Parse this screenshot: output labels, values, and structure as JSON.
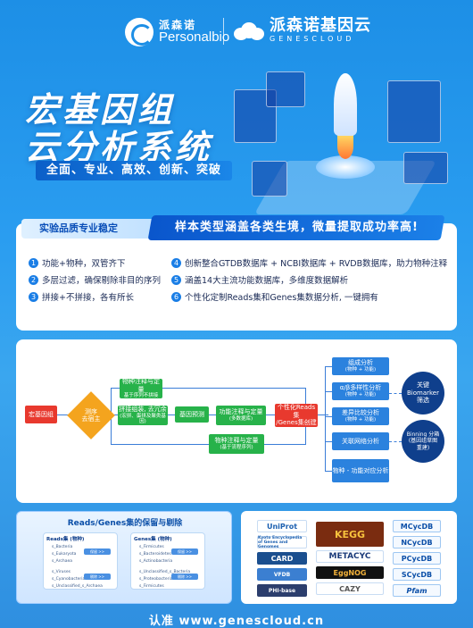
{
  "header": {
    "brand1_cn": "派森诺",
    "brand1_en": "Personalbio",
    "brand2_cn": "派森诺基因云",
    "brand2_en": "GENESCLOUD"
  },
  "hero": {
    "title_line1": "宏基因组",
    "title_line2": "云分析系统",
    "slogan": "全面、专业、高效、创新、突破"
  },
  "features": {
    "tab_left": "实验品质专业稳定",
    "tab_right": "样本类型涵盖各类生境，微量提取成功率高!",
    "items": [
      {
        "num": "1",
        "text": "功能+物种，双管齐下"
      },
      {
        "num": "2",
        "text": "多层过滤，确保剔除非目的序列"
      },
      {
        "num": "3",
        "text": "拼接+不拼接，各有所长"
      },
      {
        "num": "4",
        "text": "创新整合GTDB数据库 + NCBI数据库 + RVDB数据库，助力物种注释"
      },
      {
        "num": "5",
        "text": "涵盖14大主流功能数据库，多维度数据解析"
      },
      {
        "num": "6",
        "text": "个性化定制Reads集和Genes集数据分析, 一键拥有"
      }
    ]
  },
  "flow": {
    "start": "宏基因组",
    "decision": "测序\n去宿主",
    "top_branch": "物种注释与定量",
    "top_branch_sub": "基于序列不拼接",
    "assembly": "拼接组装, 去冗余",
    "assembly_sub": "(宏拼、蛋拼及聚类基因)",
    "gene_predict": "基因预测",
    "func_annot": "功能注释与定量",
    "func_annot_sub": "(多数据库)",
    "custom": "个性化Reads集\n/Genes集创建",
    "bottom_branch": "物种注释与定量",
    "bottom_branch_sub": "(基于流程序列)",
    "analyses": [
      {
        "label": "组成分析",
        "sub": "(物种 + 功能)"
      },
      {
        "label": "α/β多样性分析",
        "sub": "(物种 + 功能)"
      },
      {
        "label": "差异比较分析",
        "sub": "(物种 + 功能)"
      },
      {
        "label": "关联网络分析",
        "sub": ""
      },
      {
        "label": "物种 - 功能对应分析",
        "sub": ""
      }
    ],
    "biomarker": "关键\nBiomarker\n筛选",
    "binning": "Binning 分箱\n(基因组草图\n重建)"
  },
  "sets_panel": {
    "title": "Reads/Genes集的保留与剔除",
    "reads_title": "Reads集 (物种)",
    "reads_items": [
      "s_Bacteria",
      "s_Eukaryota",
      "s_Archaea",
      "s_Viruses",
      "s_Cyanobacteria",
      "s_Unclassified_s_Archaea"
    ],
    "genes_title": "Genes集 (物种)",
    "genes_items": [
      "s_Firmicutes",
      "s_Bacteroidetes",
      "s_Actinobacteria",
      "s_Unclassified_s_Bacteria",
      "s_Proteobacteria",
      "s_Firmicutes"
    ],
    "btn_keep": "保留 >>",
    "btn_remove": "剔除 >>"
  },
  "databases": {
    "left": [
      "UniProt",
      "Kyoto Encyclopedia of Genes and Genomes",
      "CARD",
      "VFDB",
      "PHI-base"
    ],
    "mid": [
      "KEGG",
      "METACYC",
      "EggNOG",
      "CAZY"
    ],
    "right": [
      "MCycDB",
      "NCycDB",
      "PCycDB",
      "SCycDB",
      "Pfam"
    ]
  },
  "footer": "认准 www.genescloud.cn"
}
